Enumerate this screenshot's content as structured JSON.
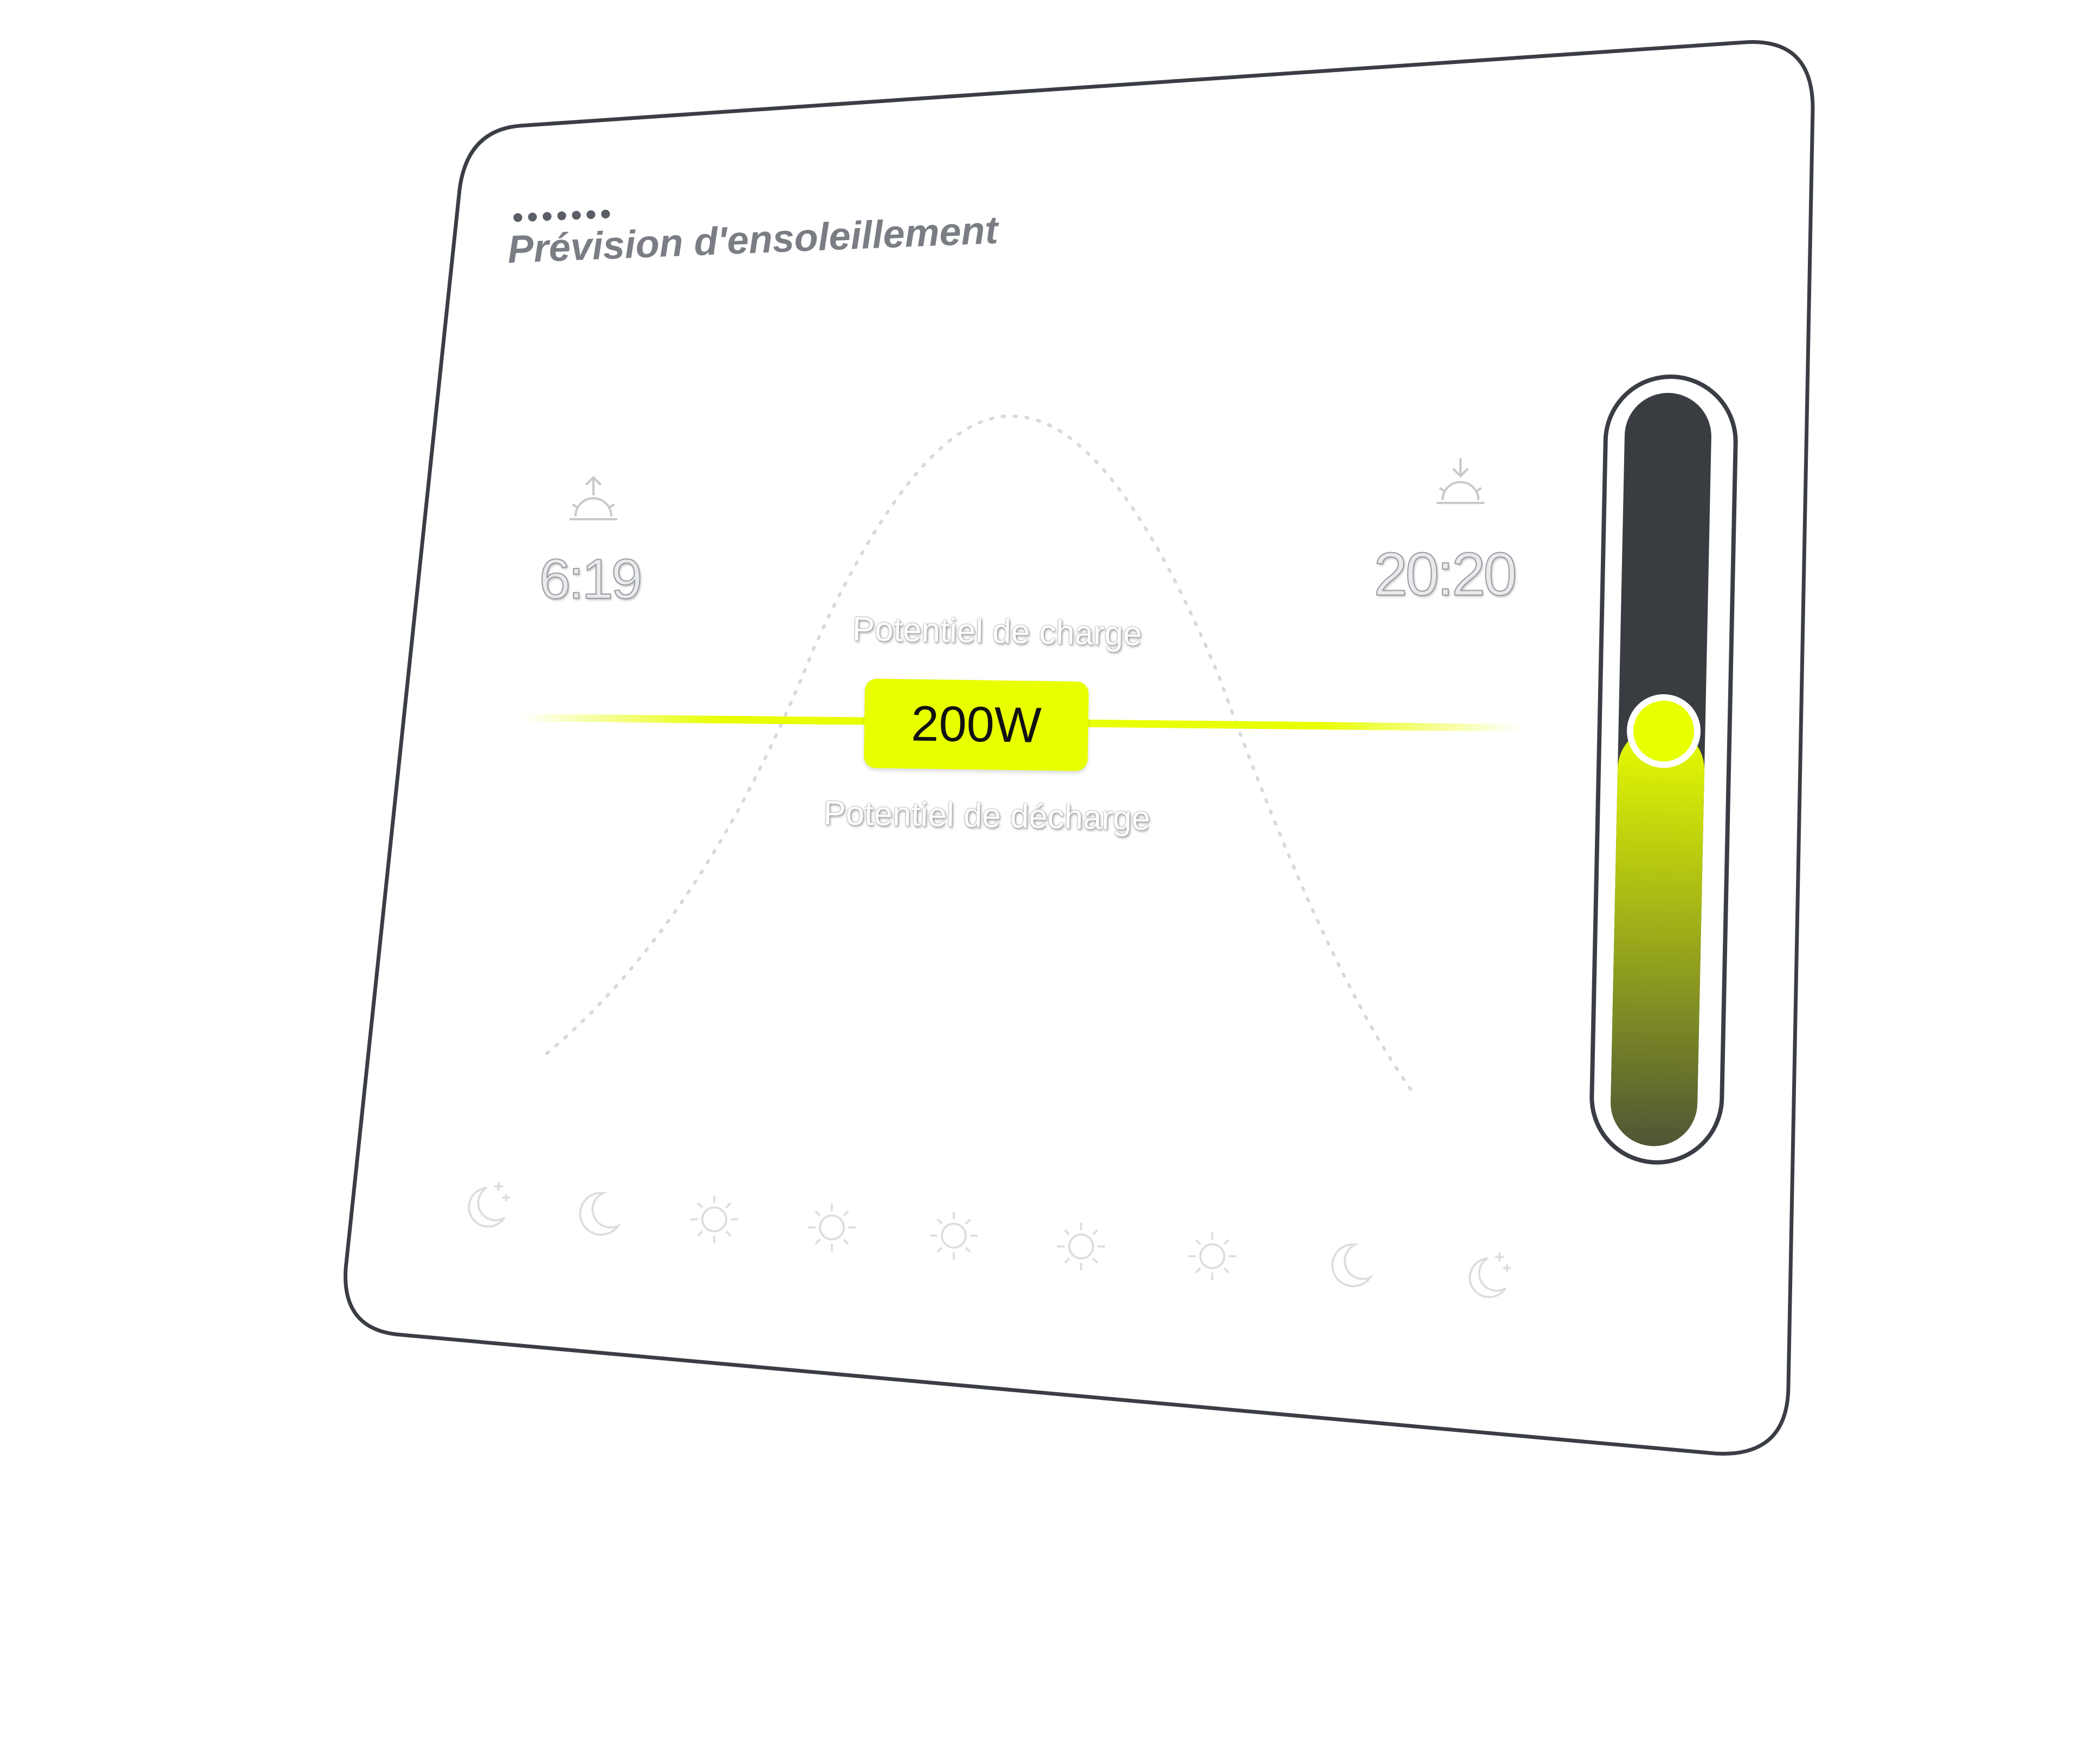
{
  "widget": {
    "title": "Prévision d'ensoleillement",
    "menu_dots": "•••••••",
    "sunrise": {
      "icon": "sunrise-icon",
      "time": "6:19"
    },
    "sunset": {
      "icon": "sunset-icon",
      "time": "20:20"
    },
    "charge_label": "Potentiel de charge",
    "discharge_label": "Potentiel de décharge",
    "power_value": "200W",
    "slider_level_percent": 55,
    "accent_color": "#e8ff00",
    "dark_color": "#393d42",
    "hourly_icons": [
      "moon-stars-icon",
      "moon-icon",
      "sun-icon",
      "sun-icon",
      "sun-icon",
      "sun-icon",
      "sun-icon",
      "moon-icon",
      "moon-stars-icon"
    ]
  }
}
